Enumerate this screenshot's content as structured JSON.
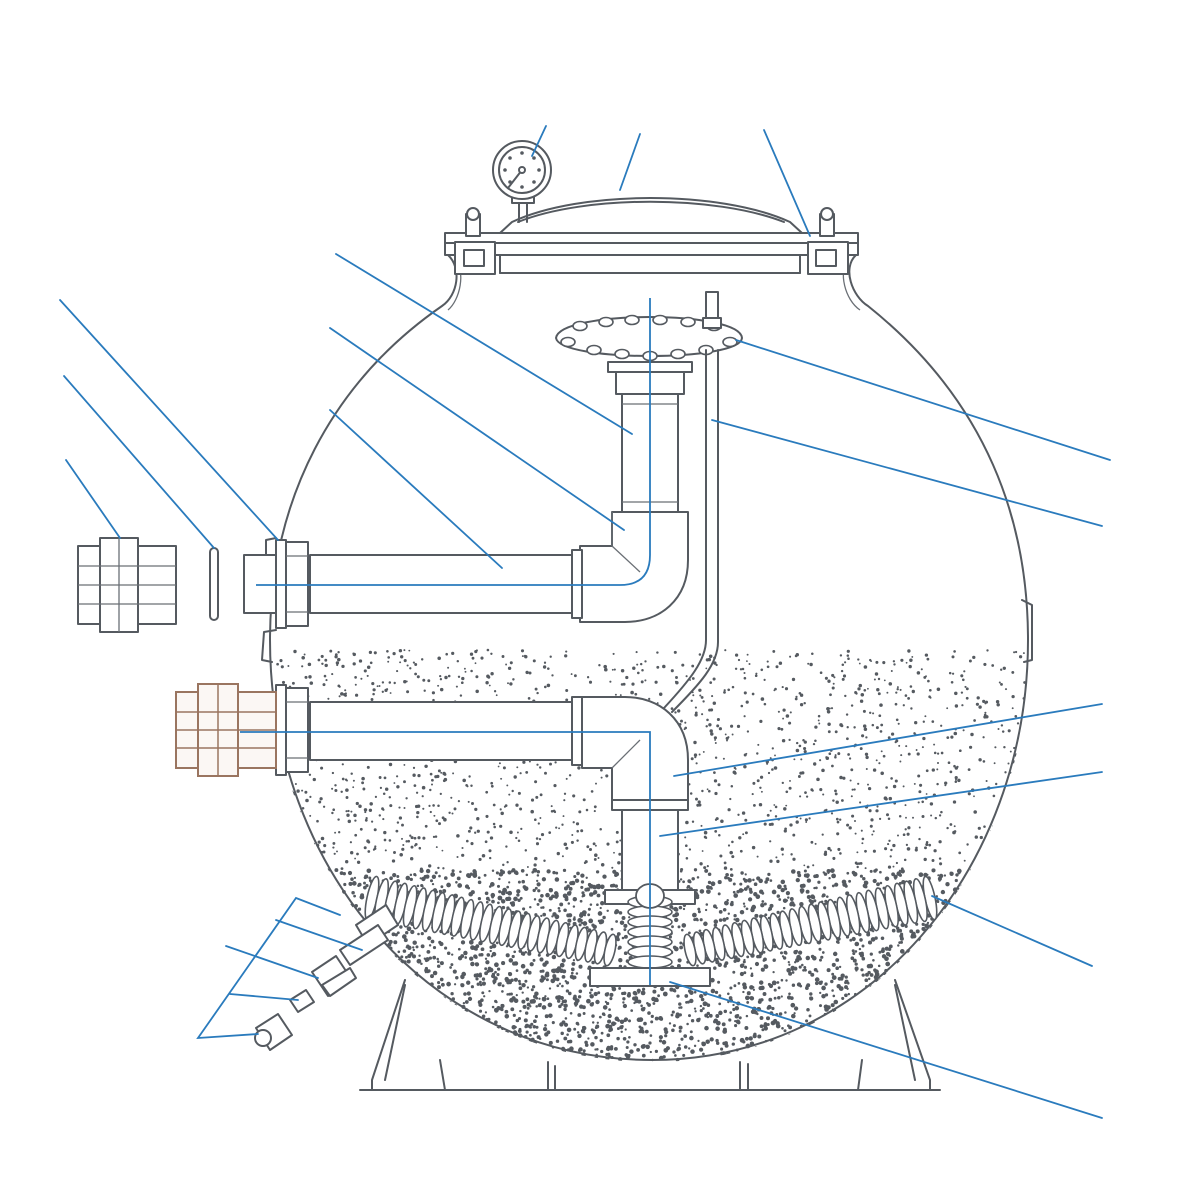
{
  "diagram": {
    "colors": {
      "outline": "#555a60",
      "leader_line": "#2a7bbd",
      "media_dot": "#555a60",
      "outlet_union": "#9a7560",
      "background": "#ffffff"
    },
    "components": [
      "pressure-gauge",
      "tank-lid",
      "lid-clamp-bolts",
      "tank-shell",
      "upper-distributor",
      "air-relief-tube",
      "vertical-inlet-pipe",
      "inlet-elbow",
      "horizontal-inlet-pipe",
      "bulkhead-flange",
      "o-ring",
      "inlet-union",
      "outlet-union",
      "horizontal-outlet-pipe",
      "outlet-elbow",
      "vertical-collector-pipe",
      "lateral-collectors",
      "collector-hub",
      "drain-assembly",
      "support-legs",
      "filter-sand-media",
      "gravel-layer"
    ],
    "leader_line_count": 18
  }
}
